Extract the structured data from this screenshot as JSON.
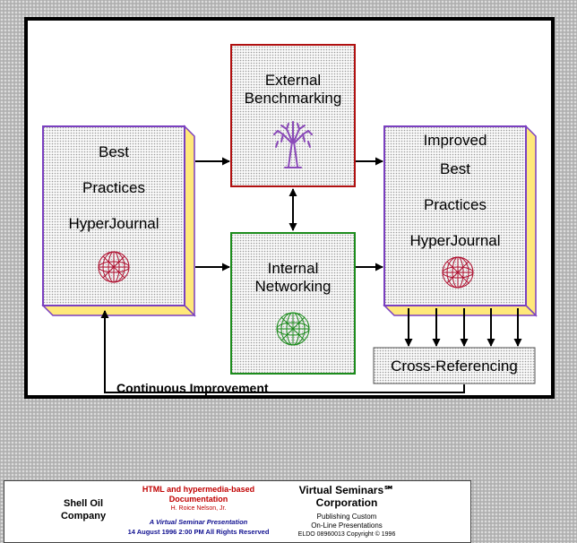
{
  "diagram": {
    "best_practices": [
      "Best",
      "Practices",
      "HyperJournal"
    ],
    "external": [
      "External",
      "Benchmarking"
    ],
    "internal": [
      "Internal",
      "Networking"
    ],
    "improved": [
      "Improved",
      "Best",
      "Practices",
      "HyperJournal"
    ],
    "cross_referencing": "Cross-Referencing",
    "continuous_improvement": "Continuous Improvement"
  },
  "footer": {
    "shell": [
      "Shell Oil",
      "Company"
    ],
    "doc_title": [
      "HTML and hypermedia-based",
      "Documentation"
    ],
    "author": "H. Roice Nelson, Jr.",
    "presentation": "A Virtual Seminar Presentation",
    "date_line": "14 August 1996  2:00 PM   All Rights Reserved",
    "vs_title": [
      "Virtual Seminars℠",
      "Corporation"
    ],
    "vs_sub": [
      "Publishing Custom",
      "On-Line Presentations"
    ],
    "copyright": "ELDO 08960013 Copyright © 1996"
  },
  "colors": {
    "purple_border": "#7a3fc0",
    "red_border": "#b01010",
    "green_border": "#1c8c1c",
    "yellow_side": "#ffe87a",
    "icon_red": "#b01030",
    "tree_purple": "#8a4ab8"
  }
}
